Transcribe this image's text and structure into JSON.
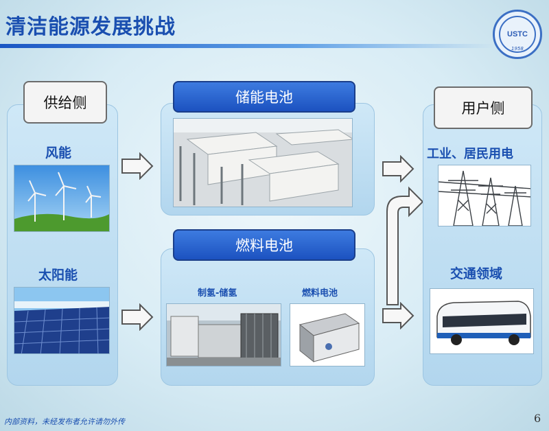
{
  "title": "清洁能源发展挑战",
  "logo": {
    "text": "USTC",
    "year": "1958"
  },
  "supply": {
    "label": "供给侧",
    "wind": "风能",
    "solar": "太阳能"
  },
  "storage": {
    "battery_header": "储能电池",
    "fuel_header": "燃料电池",
    "hydrogen_label": "制氢-储氢",
    "fuel_cell_label": "燃料电池"
  },
  "demand": {
    "label": "用户侧",
    "industry": "工业、居民用电",
    "transport": "交通领域"
  },
  "footer": {
    "note": "内部资料，未经发布者允许请勿外传",
    "page": "6"
  }
}
